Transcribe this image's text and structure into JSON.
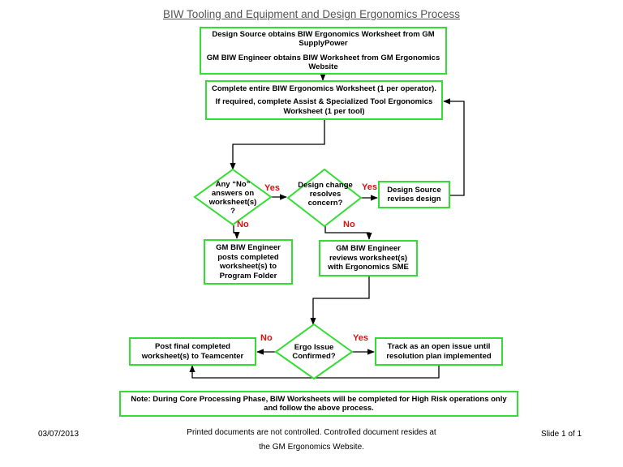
{
  "title": "BIW Tooling and Equipment and Design Ergonomics Process",
  "boxes": {
    "design_source": {
      "line1": "Design Source obtains BIW Ergonomics Worksheet from GM SupplyPower",
      "line2": "GM BIW Engineer obtains BIW Worksheet from GM Ergonomics Website"
    },
    "complete_worksheet": {
      "line1": "Complete entire BIW Ergonomics Worksheet (1 per operator).",
      "line2": "If required, complete Assist & Specialized Tool Ergonomics Worksheet (1 per tool)"
    },
    "revises_design": "Design Source revises design",
    "posts_completed": "GM BIW Engineer posts completed worksheet(s) to Program Folder",
    "reviews_worksheet": "GM BIW Engineer reviews worksheet(s) with Ergonomics SME",
    "post_final": "Post final completed worksheet(s) to Teamcenter",
    "track_issue": "Track as an open issue until resolution plan implemented",
    "note": "Note: During Core Processing Phase, BIW Worksheets will be completed for High Risk operations only and follow the above process."
  },
  "decisions": {
    "any_no": "Any “No” answers on worksheet(s) ?",
    "design_change": "Design change resolves concern?",
    "ergo_issue": "Ergo Issue Confirmed?"
  },
  "labels": {
    "yes": "Yes",
    "no": "No"
  },
  "footer": {
    "date": "03/07/2013",
    "center_line1": "Printed documents are not controlled. Controlled document resides at",
    "center_line2": "the GM Ergonomics Website.",
    "slide": "Slide 1 of 1"
  },
  "colors": {
    "border": "#33dd33",
    "yes_no": "#e01010",
    "title": "#555555"
  }
}
